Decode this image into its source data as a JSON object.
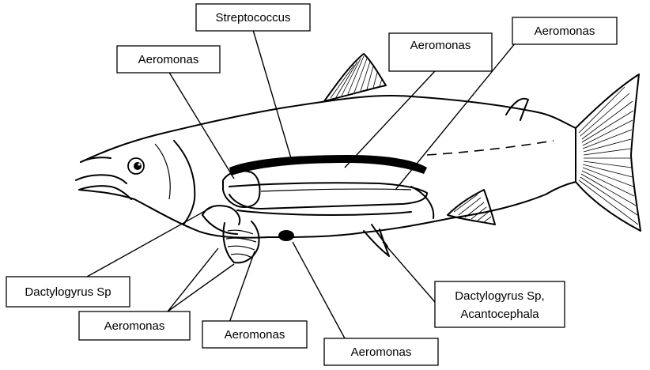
{
  "labels": {
    "streptococcus": "Streptococcus",
    "aeromonas_top_left": "Aeromonas",
    "aeromonas_top_mid": "Aeromonas",
    "aeromonas_top_right": "Aeromonas",
    "dactylogyrus_left": "Dactylogyrus Sp",
    "aeromonas_bottom_1": "Aeromonas",
    "aeromonas_bottom_2": "Aeromonas",
    "aeromonas_bottom_3": "Aeromonas",
    "dactylogyrus_right_line1": "Dactylogyrus Sp,",
    "dactylogyrus_right_line2": "Acantocephala"
  }
}
